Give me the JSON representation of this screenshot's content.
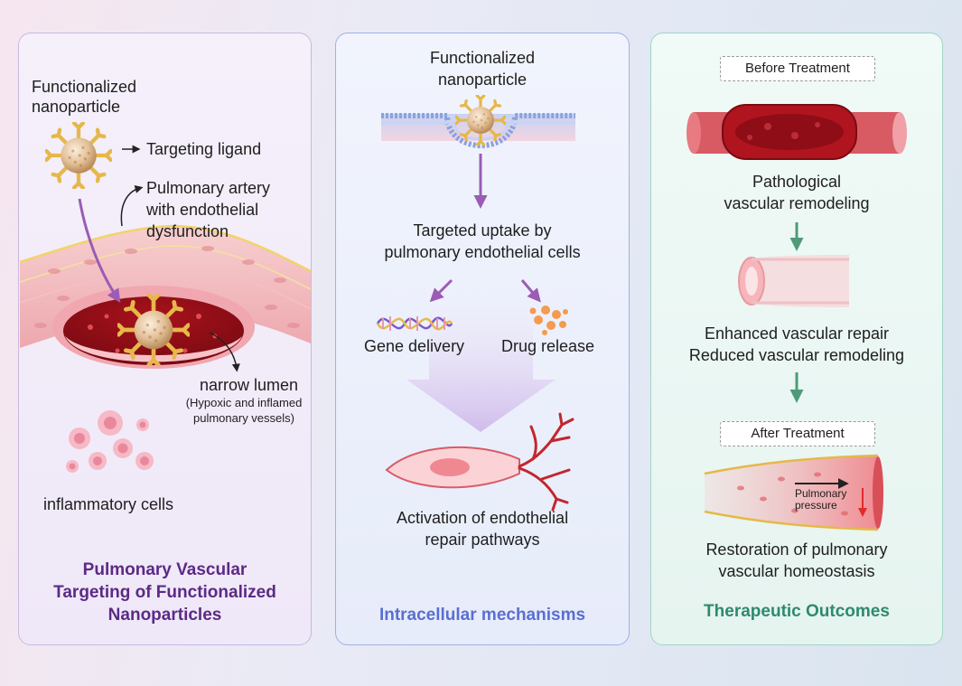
{
  "left_panel": {
    "nanoparticle_label": "Functionalized nanoparticle",
    "ligand_label": "Targeting ligand",
    "artery_label": [
      "Pulmonary artery",
      "with endothelial",
      "dysfunction"
    ],
    "lumen_label": "narrow lumen",
    "lumen_note": [
      "(Hypoxic and inflamed",
      "pulmonary vessels)"
    ],
    "inflammatory_label": "inflammatory cells",
    "title": [
      "Pulmonary Vascular",
      "Targeting of Functionalized",
      "Nanoparticles"
    ]
  },
  "middle_panel": {
    "nanoparticle_label": [
      "Functionalized",
      "nanoparticle"
    ],
    "uptake_label": [
      "Targeted uptake by",
      "pulmonary endothelial cells"
    ],
    "gene_label": "Gene delivery",
    "drug_label": "Drug release",
    "activation_label": [
      "Activation of endothelial",
      "repair pathways"
    ],
    "title": "Intracellular mechanisms"
  },
  "right_panel": {
    "before_label": "Before Treatment",
    "pathological_label": [
      "Pathological",
      "vascular remodeling"
    ],
    "repair_label": [
      "Enhanced vascular repair",
      "Reduced vascular remodeling"
    ],
    "after_label": "After Treatment",
    "pressure_label": [
      "Pulmonary",
      "pressure"
    ],
    "restoration_label": [
      "Restoration of pulmonary",
      "vascular homeostasis"
    ],
    "title": "Therapeutic Outcomes"
  },
  "colors": {
    "left_title": "#5b2a86",
    "middle_title": "#5a6fd0",
    "right_title": "#2e8a6e",
    "arrow_purple": "#9a5cb4",
    "arrow_green": "#4f9a78",
    "vessel_red": "#c1272d"
  },
  "icons": [
    "nanoparticle-icon",
    "artery-icon",
    "membrane-icon",
    "dna-icon",
    "drug-particles-icon",
    "endothelial-cell-icon",
    "vessel-icon"
  ]
}
